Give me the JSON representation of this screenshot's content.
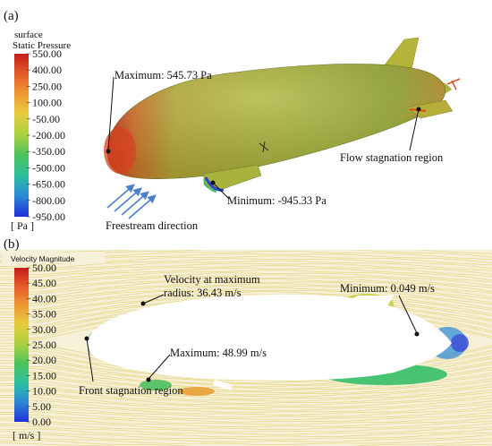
{
  "panel_a": {
    "label": "(a)",
    "colorbar": {
      "title_line1": "surface",
      "title_line2": "Static Pressure",
      "ticks": [
        "550.00",
        "400.00",
        "250.00",
        "100.00",
        "-50.00",
        "-200.00",
        "-350.00",
        "-500.00",
        "-650.00",
        "-800.00",
        "-950.00"
      ],
      "unit": "[ Pa ]"
    },
    "annotations": {
      "maximum": "Maximum: 545.73 Pa",
      "minimum": "Minimum: -945.33 Pa",
      "flow_stagnation": "Flow stagnation region",
      "freestream": "Freestream direction"
    }
  },
  "panel_b": {
    "label": "(b)",
    "colorbar": {
      "title": "Velocity Magnitude",
      "ticks": [
        "50.00",
        "45.00",
        "40.00",
        "35.00",
        "30.00",
        "25.00",
        "20.00",
        "15.00",
        "10.00",
        "5.00",
        "0.00"
      ],
      "unit": "[ m/s ]"
    },
    "annotations": {
      "velocity_max_radius_line1": "Velocity at maximum",
      "velocity_max_radius_line2": "radius: 36.43 m/s",
      "minimum": "Minimum: 0.049 m/s",
      "maximum": "Maximum: 48.99 m/s",
      "front_stagnation": "Front stagnation region"
    }
  },
  "colors": {
    "colormap": [
      "#c82a1e",
      "#e8742a",
      "#f0a83a",
      "#dcd23e",
      "#a6d040",
      "#56c454",
      "#2fbf8c",
      "#2aa8c8",
      "#2f74d8",
      "#2a3ad8"
    ],
    "hull_main": "#a8b83c",
    "hull_nose": "#d24a22",
    "streamline": "#e2d276",
    "arrow": "#4a7fd0"
  }
}
